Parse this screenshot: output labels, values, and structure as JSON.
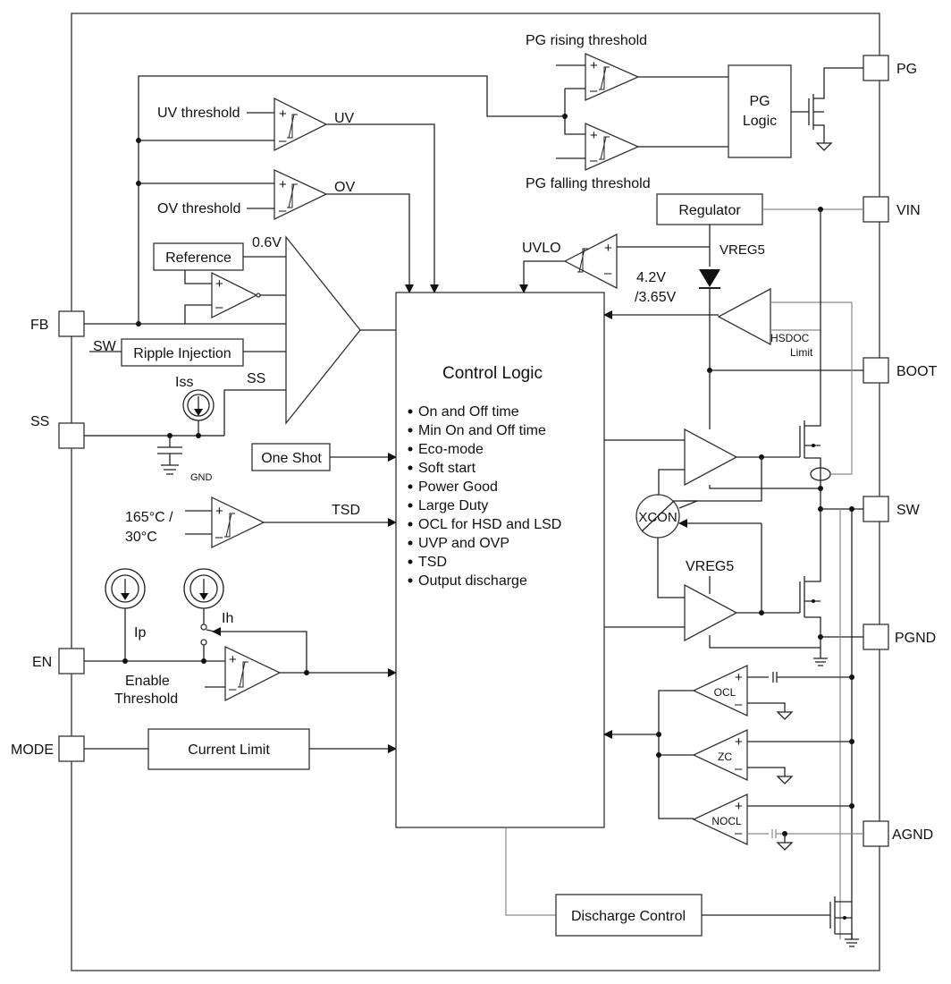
{
  "pins": {
    "pg": "PG",
    "vin": "VIN",
    "fb": "FB",
    "boot": "BOOT",
    "ss": "SS",
    "sw": "SW",
    "pgnd": "PGND",
    "en": "EN",
    "mode": "MODE",
    "agnd": "AGND"
  },
  "blocks": {
    "pg_logic": [
      "PG",
      "Logic"
    ],
    "regulator": "Regulator",
    "reference": "Reference",
    "ripple_injection": "Ripple Injection",
    "one_shot": "One Shot",
    "current_limit": "Current Limit",
    "discharge_control": "Discharge Control",
    "xcon": "XCON",
    "control_logic": {
      "title": "Control Logic",
      "items": [
        "On and Off time",
        "Min On and Off time",
        "Eco-mode",
        "Soft start",
        "Power Good",
        "Large Duty",
        "OCL for HSD and LSD",
        "UVP and OVP",
        "TSD",
        "Output discharge"
      ]
    }
  },
  "labels": {
    "pg_rising": "PG rising threshold",
    "pg_falling": "PG falling threshold",
    "uv_threshold": "UV threshold",
    "uv": "UV",
    "ov_threshold": "OV threshold",
    "ov": "OV",
    "v06": "0.6V",
    "sw": "SW",
    "ss": "SS",
    "iss": "Iss",
    "gnd": "GND",
    "uvlo": "UVLO",
    "uvlo_v1": "4.2V",
    "uvlo_v2": "/3.65V",
    "vreg5_top": "VREG5",
    "vreg5_low": "VREG5",
    "hsdoc": "HSDOC",
    "limit": "Limit",
    "tsd_temp1": "165°C /",
    "tsd_temp2": "30°C",
    "tsd": "TSD",
    "ip": "Ip",
    "ih": "Ih",
    "enable": "Enable",
    "threshold": "Threshold",
    "ocl": "OCL",
    "zc": "ZC",
    "nocl": "NOCL",
    "plus": "+",
    "minus": "–"
  }
}
